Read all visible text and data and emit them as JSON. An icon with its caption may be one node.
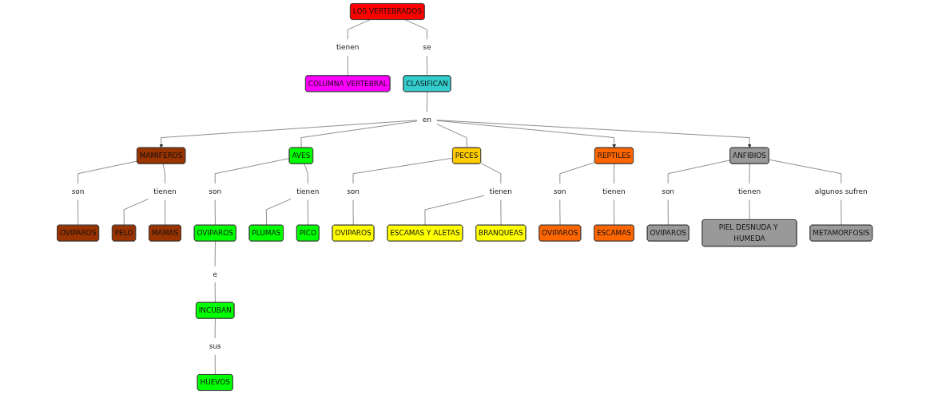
{
  "diagram": {
    "nodes": [
      {
        "text": [
          "LOS VERTEBRADOS"
        ]
      },
      {
        "text": [
          "tienen"
        ]
      },
      {
        "text": [
          "se"
        ]
      },
      {
        "text": [
          "COLUMNA VERTEBRAL"
        ]
      },
      {
        "text": [
          "CLASIFICAN"
        ]
      },
      {
        "text": [
          "en"
        ]
      },
      {
        "text": [
          "MAMIFEROS"
        ]
      },
      {
        "text": [
          "AVES"
        ]
      },
      {
        "text": [
          "PECES"
        ]
      },
      {
        "text": [
          "REPTILES"
        ]
      },
      {
        "text": [
          "ANFIBIOS"
        ]
      },
      {
        "text": [
          "son"
        ]
      },
      {
        "text": [
          "tienen"
        ]
      },
      {
        "text": [
          "son"
        ]
      },
      {
        "text": [
          "tienen"
        ]
      },
      {
        "text": [
          "son"
        ]
      },
      {
        "text": [
          "tienen"
        ]
      },
      {
        "text": [
          "son"
        ]
      },
      {
        "text": [
          "tienen"
        ]
      },
      {
        "text": [
          "son"
        ]
      },
      {
        "text": [
          "tienen"
        ]
      },
      {
        "text": [
          "algunos sufren"
        ]
      },
      {
        "text": [
          "OVIPAROS"
        ]
      },
      {
        "text": [
          "PELO"
        ]
      },
      {
        "text": [
          "MAMAS"
        ]
      },
      {
        "text": [
          "OVIPAROS"
        ]
      },
      {
        "text": [
          "PLUMAS"
        ]
      },
      {
        "text": [
          "PICO"
        ]
      },
      {
        "text": [
          "OVIPAROS"
        ]
      },
      {
        "text": [
          "ESCAMAS Y ALETAS"
        ]
      },
      {
        "text": [
          "BRANQUEAS"
        ]
      },
      {
        "text": [
          "OVIPAROS"
        ]
      },
      {
        "text": [
          "ESCAMAS"
        ]
      },
      {
        "text": [
          "OVIPAROS"
        ]
      },
      {
        "text": [
          "PIEL DESNUDA Y HUMEDA"
        ]
      },
      {
        "text": [
          "METAMORFOSIS"
        ]
      },
      {
        "text": [
          "e"
        ]
      },
      {
        "text": [
          "INCUBAN"
        ]
      },
      {
        "text": [
          "sus"
        ]
      },
      {
        "text": [
          "HUEVOS"
        ]
      }
    ],
    "edges": [
      {
        "from": 0,
        "to": 1,
        "arrow": "none"
      },
      {
        "from": 1,
        "to": 3,
        "arrow": "none"
      },
      {
        "from": 0,
        "to": 2,
        "arrow": "none"
      },
      {
        "from": 2,
        "to": 4,
        "arrow": "none"
      },
      {
        "from": 4,
        "to": 5,
        "arrow": "none"
      },
      {
        "from": 5,
        "to": 6,
        "arrow": "to"
      },
      {
        "from": 5,
        "to": 7,
        "arrow": "none"
      },
      {
        "from": 5,
        "to": 8,
        "arrow": "none"
      },
      {
        "from": 5,
        "to": 9,
        "arrow": "to"
      },
      {
        "from": 5,
        "to": 10,
        "arrow": "to"
      },
      {
        "from": 6,
        "to": 11,
        "arrow": "none"
      },
      {
        "from": 6,
        "to": 12,
        "arrow": "none"
      },
      {
        "from": 11,
        "to": 22,
        "arrow": "none"
      },
      {
        "from": 12,
        "to": 23,
        "arrow": "none"
      },
      {
        "from": 12,
        "to": 24,
        "arrow": "none"
      },
      {
        "from": 7,
        "to": 13,
        "arrow": "none"
      },
      {
        "from": 7,
        "to": 14,
        "arrow": "none"
      },
      {
        "from": 13,
        "to": 25,
        "arrow": "none"
      },
      {
        "from": 14,
        "to": 26,
        "arrow": "none"
      },
      {
        "from": 14,
        "to": 27,
        "arrow": "none"
      },
      {
        "from": 8,
        "to": 15,
        "arrow": "none"
      },
      {
        "from": 8,
        "to": 16,
        "arrow": "none"
      },
      {
        "from": 15,
        "to": 28,
        "arrow": "none"
      },
      {
        "from": 16,
        "to": 29,
        "arrow": "none"
      },
      {
        "from": 16,
        "to": 30,
        "arrow": "none"
      },
      {
        "from": 9,
        "to": 17,
        "arrow": "none"
      },
      {
        "from": 9,
        "to": 18,
        "arrow": "none"
      },
      {
        "from": 17,
        "to": 31,
        "arrow": "none"
      },
      {
        "from": 18,
        "to": 32,
        "arrow": "none"
      },
      {
        "from": 10,
        "to": 19,
        "arrow": "none"
      },
      {
        "from": 10,
        "to": 20,
        "arrow": "none"
      },
      {
        "from": 10,
        "to": 21,
        "arrow": "none"
      },
      {
        "from": 19,
        "to": 33,
        "arrow": "none"
      },
      {
        "from": 20,
        "to": 34,
        "arrow": "none"
      },
      {
        "from": 21,
        "to": 35,
        "arrow": "none"
      },
      {
        "from": 25,
        "to": 36,
        "arrow": "none"
      },
      {
        "from": 36,
        "to": 37,
        "arrow": "none"
      },
      {
        "from": 37,
        "to": 38,
        "arrow": "none"
      },
      {
        "from": 38,
        "to": 39,
        "arrow": "none"
      }
    ]
  }
}
